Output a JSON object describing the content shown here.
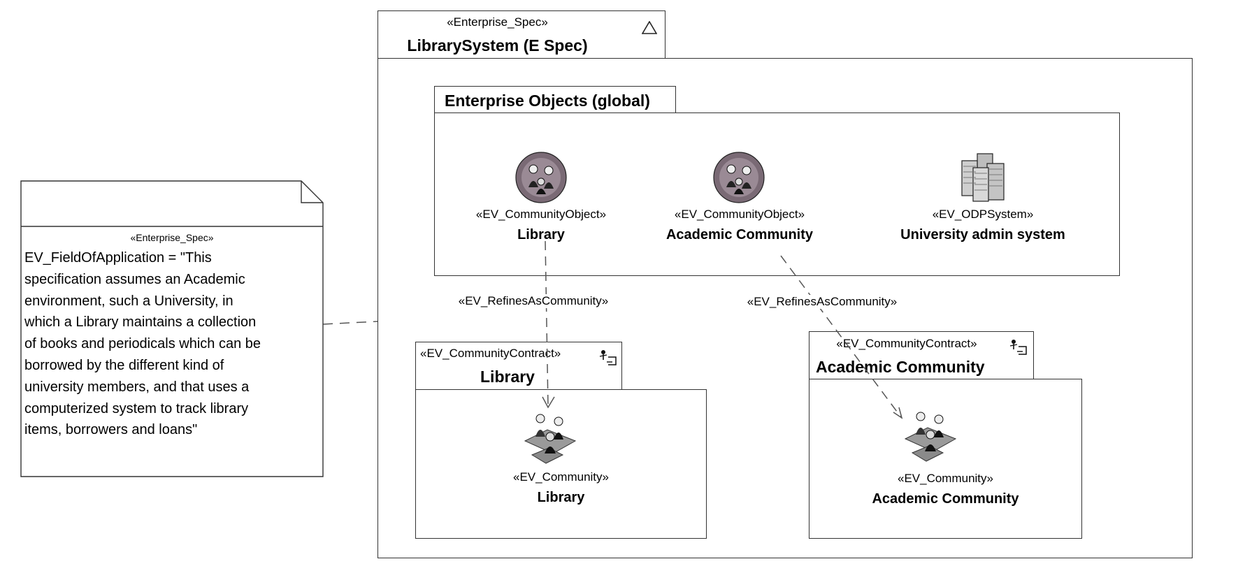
{
  "package": {
    "stereotype": "«Enterprise_Spec»",
    "name": "LibrarySystem (E Spec)"
  },
  "objects_package": {
    "name": "Enterprise Objects (global)",
    "objects": [
      {
        "stereotype": "«EV_CommunityObject»",
        "name": "Library",
        "icon": "community-object-icon"
      },
      {
        "stereotype": "«EV_CommunityObject»",
        "name": "Academic Community",
        "icon": "community-object-icon"
      },
      {
        "stereotype": "«EV_ODPSystem»",
        "name": "University admin system",
        "icon": "odp-system-icon"
      }
    ]
  },
  "contracts": [
    {
      "stereotype": "«EV_CommunityContract»",
      "name": "Library",
      "community_stereotype": "«EV_Community»",
      "community_name": "Library"
    },
    {
      "stereotype": "«EV_CommunityContract»",
      "name": "Academic Community",
      "community_stereotype": "«EV_Community»",
      "community_name": "Academic Community"
    }
  ],
  "relations": [
    {
      "label": "«EV_RefinesAsCommunity»"
    },
    {
      "label": "«EV_RefinesAsCommunity»"
    }
  ],
  "note": {
    "stereotype": "«Enterprise_Spec»",
    "lines": [
      "EV_FieldOfApplication = \"This",
      "specification assumes an Academic",
      "environment, such a University, in",
      "which a Library maintains a collection",
      "of books and periodicals which can be",
      "borrowed by the different kind of",
      "university members, and that uses a",
      "computerized system to track library",
      "items, borrowers and loans\""
    ]
  }
}
